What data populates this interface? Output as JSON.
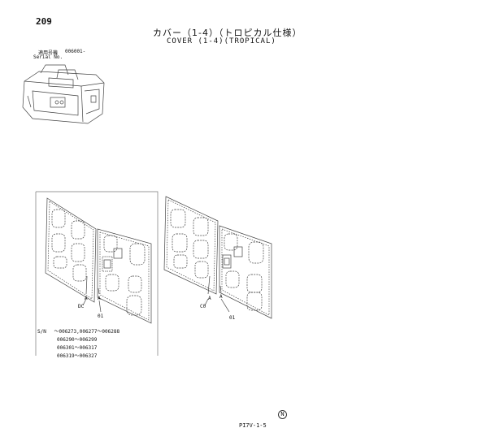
{
  "header": {
    "page_number": "209",
    "title_jp": "カバー（1-4）（トロピカル仕様）",
    "title_en": "COVER (1-4)(TROPICAL)",
    "serial_label_jp": "適用号機",
    "serial_value": "006001-",
    "serial_label_en": "Serial No."
  },
  "callouts": {
    "left_a1": "A",
    "left_a2": "A",
    "left_ref1": "DC",
    "left_ref2": "01",
    "right_a1": "A",
    "right_a2": "A",
    "right_ref1": "C0",
    "right_ref2": "01"
  },
  "serial_notes": {
    "prefix": "S/N",
    "lines": [
      "～006273,006277～006288",
      "006290～006299",
      "006301～006317",
      "006319～006327"
    ]
  },
  "footer": {
    "code": "PI7V-1-5",
    "mark": "N"
  }
}
